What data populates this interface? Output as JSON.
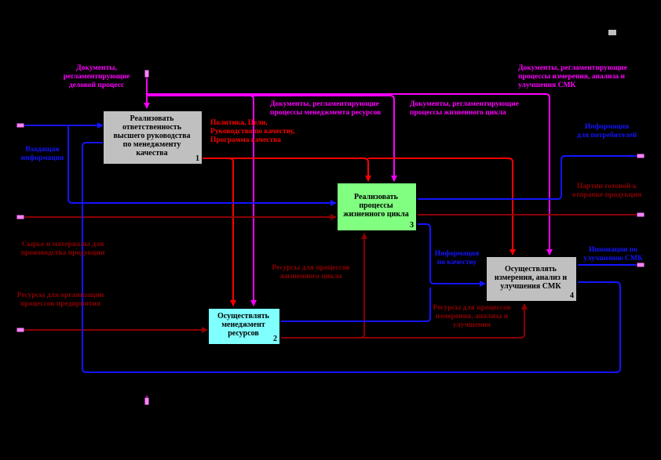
{
  "colors": {
    "magenta": "#ff00ff",
    "red": "#ff0000",
    "dark_red": "#8b0000",
    "blue": "#1414ff",
    "box_gray": "#c0c0c0",
    "box_green": "#80ff80",
    "box_cyan": "#80ffff"
  },
  "boxes": [
    {
      "id": "box1",
      "text": "Реализовать ответственность высшего руководства по менеджменту качества",
      "number": "1"
    },
    {
      "id": "box2",
      "text": "Осуществлять менеджмент ресурсов",
      "number": "2"
    },
    {
      "id": "box3",
      "text": "Реализовать процессы жизненного цикла",
      "number": "3"
    },
    {
      "id": "box4",
      "text": "Осуществлять измерения, анализ и улучшения СМК",
      "number": "4"
    }
  ],
  "labels": {
    "docs_business": "Документы,\nрегламентирующие\nделовой процесс",
    "docs_measure": "Документы, регламентирующие\nпроцессы измерения, анализа и\nулучшения СМК",
    "docs_resources": "Документы, регламентирующие\nпроцессы менеджмента ресурсов",
    "docs_lifecycle": "Документы, регламентирующие\nпроцессы жизненного цикла",
    "policy": "Политика, Цели,\nРуководство по качеству,\nПрограмма качества",
    "input_info": "Входящая\nинформация",
    "info_consumers": "Информация\nдля потребителей",
    "batch_ready": "Партии готовой к\nотправке продукции",
    "raw_materials": "Сырье и материалы для\nпроизводства продукции",
    "res_lifecycle": "Ресурсы для процессов\nжизненного цикла",
    "res_org": "Ресурсы для организации\nпроцессов предприятия",
    "info_quality": "Информация\nпо качеству",
    "res_measure": "Ресурсы для процессов\nизмерения, анализа и\nулучшения",
    "inno_smk": "Инновации по\nулучшению СМК"
  }
}
